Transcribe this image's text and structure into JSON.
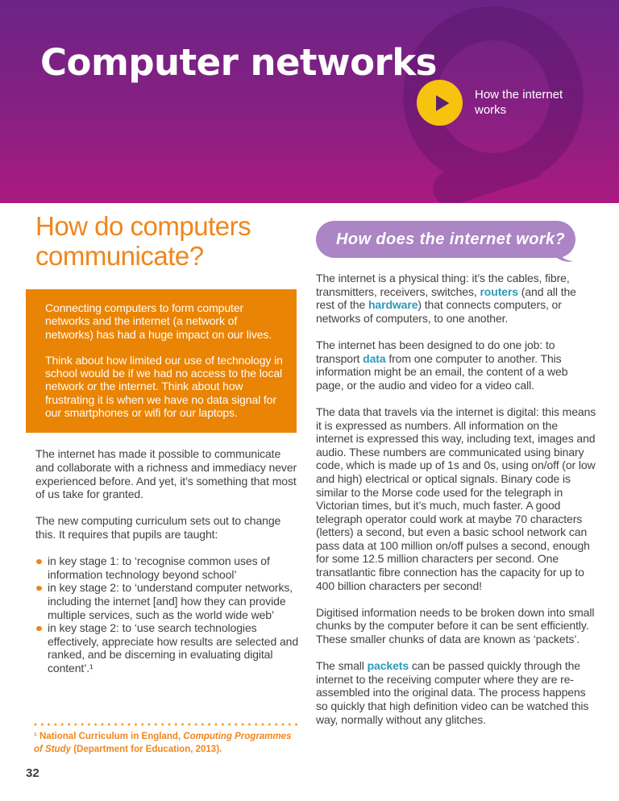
{
  "colors": {
    "header-top": "#6c2386",
    "header-bottom": "#ab1a80",
    "accent-orange": "#f0861c",
    "callout-orange": "#ea8404",
    "teal": "#2a9bb8",
    "bubble-purple": "#ab85c4",
    "play-yellow": "#f6c30f",
    "play-triangle": "#5b2170",
    "body-text": "#414145",
    "watermark": "#3f0a57"
  },
  "header": {
    "title": "Computer networks",
    "video_label": "How the internet works"
  },
  "left": {
    "heading": "How do computers communicate?",
    "callout": {
      "paragraphs": [
        "Connecting computers to form computer networks and the internet (a network of networks) has had a huge impact on our lives.",
        "Think about how limited our use of technology in school would be if we had no access to the local network or the internet. Think about how frustrating it is when we have no data signal for our smartphones or wifi for our laptops."
      ]
    },
    "paragraphs": [
      "The internet has made it possible to communicate and collaborate with a richness and immediacy never experienced before. And yet, it’s something that most of us take for granted.",
      "The new computing curriculum sets out to change this. It requires that pupils are taught:"
    ],
    "bullets": [
      "in key stage 1: to ‘recognise common uses of information technology beyond school’",
      "in key stage 2: to ‘understand computer networks, including the internet [and] how they can provide multiple services, such as the world wide web’",
      "in key stage 2: to ‘use search technologies effectively, appreciate how results are selected and ranked, and be discerning in evaluating digital content’.¹"
    ],
    "footnote": {
      "segments": [
        {
          "t": "¹ National Curriculum in England, "
        },
        {
          "t": "Computing Programmes of Study",
          "i": true
        },
        {
          "t": " (Department for Education, 2013)."
        }
      ]
    }
  },
  "right": {
    "bubble_title": "How does the internet work?",
    "paragraphs": [
      [
        {
          "t": "The internet is a physical thing: it’s the cables, fibre, transmitters, receivers, switches, "
        },
        {
          "t": "routers",
          "k": true
        },
        {
          "t": " (and all the rest of the "
        },
        {
          "t": "hardware",
          "k": true
        },
        {
          "t": ") that connects computers, or networks of computers, to one another."
        }
      ],
      [
        {
          "t": "The internet has been designed to do one job: to transport "
        },
        {
          "t": "data",
          "k": true
        },
        {
          "t": " from one computer to another. This information might be an email, the content of a web page, or the audio and video for a video call."
        }
      ],
      [
        {
          "t": "The data that travels via the internet is digital: this means it is expressed as numbers. All information on the internet is expressed this way, including text, images and audio. These numbers are communicated using binary code, which is made up of 1s and 0s, using on/off (or low and high) electrical or optical signals. Binary code is similar to the Morse code used for the telegraph in Victorian times, but it’s much, much faster. A good telegraph operator could work at maybe 70 characters (letters) a second, but even a basic school network can pass data at 100 million on/off pulses a second, enough for some 12.5 million characters per second. One transatlantic fibre connection has the capacity for up to 400 billion characters per second!"
        }
      ],
      [
        {
          "t": "Digitised information needs to be broken down into small chunks by the computer before it can be sent efficiently. These smaller chunks of data are known as ‘packets’."
        }
      ],
      [
        {
          "t": "The small "
        },
        {
          "t": "packets",
          "k": true
        },
        {
          "t": " can be passed quickly through the internet to the receiving computer where they are re-assembled into the original data. The process happens so quickly that high definition video can be watched this way, normally without any glitches."
        }
      ]
    ]
  },
  "page": {
    "number": "32"
  }
}
